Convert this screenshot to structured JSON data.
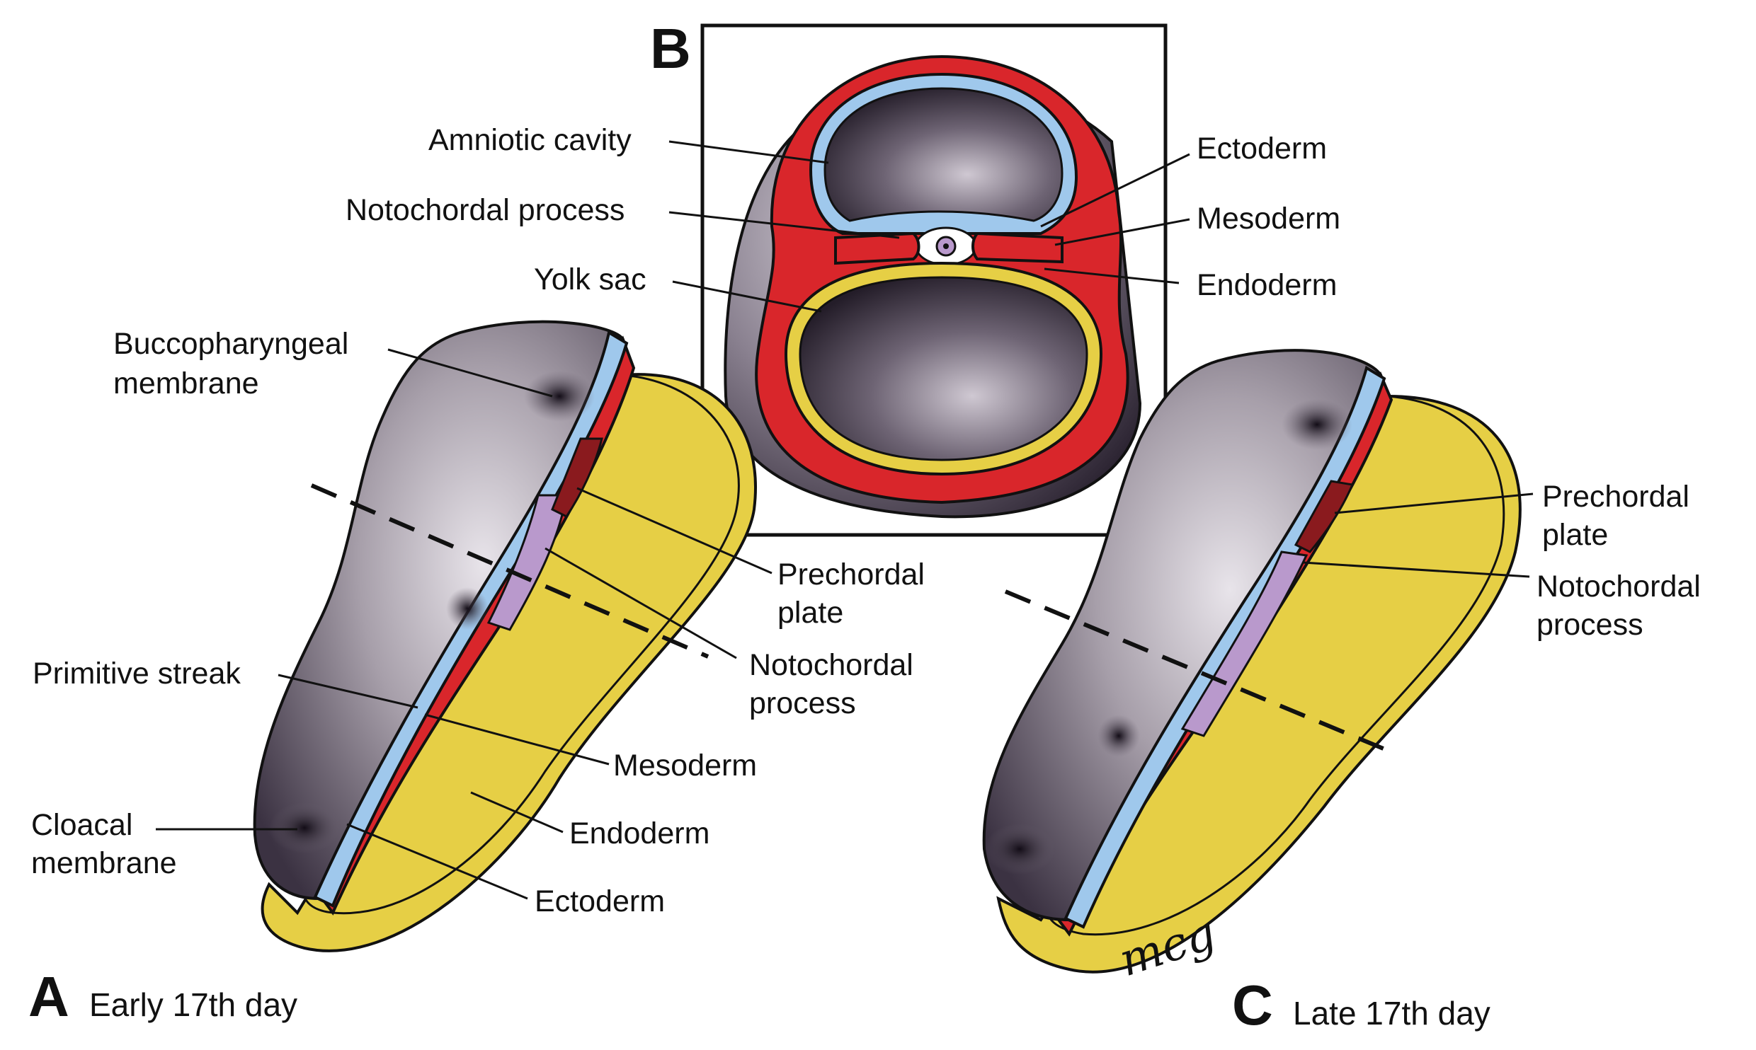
{
  "colors": {
    "ectoderm": "#9fc8ec",
    "mesoderm": "#d9262b",
    "endoderm": "#e6cf45",
    "surface_dark": "#3a3140",
    "surface_light": "#e5e1e8",
    "notochord": "#b999cc"
  },
  "panels": {
    "A": {
      "letter": "A",
      "caption": "Early 17th day"
    },
    "B": {
      "letter": "B"
    },
    "C": {
      "letter": "C",
      "caption": "Late 17th day"
    }
  },
  "labels": {
    "amniotic_cavity": "Amniotic cavity",
    "notochordal_process_b": "Notochordal process",
    "yolk_sac": "Yolk sac",
    "ectoderm_b": "Ectoderm",
    "mesoderm_b": "Mesoderm",
    "endoderm_b": "Endoderm",
    "buccopharyngeal_l1": "Buccopharyngeal",
    "buccopharyngeal_l2": "membrane",
    "primitive_streak": "Primitive streak",
    "cloacal_l1": "Cloacal",
    "cloacal_l2": "membrane",
    "prechordal_a_l1": "Prechordal",
    "prechordal_a_l2": "plate",
    "notochordal_a_l1": "Notochordal",
    "notochordal_a_l2": "process",
    "mesoderm_a": "Mesoderm",
    "endoderm_a": "Endoderm",
    "ectoderm_a": "Ectoderm",
    "prechordal_c_l1": "Prechordal",
    "prechordal_c_l2": "plate",
    "notochordal_c_l1": "Notochordal",
    "notochordal_c_l2": "process"
  },
  "signature": "mcg"
}
